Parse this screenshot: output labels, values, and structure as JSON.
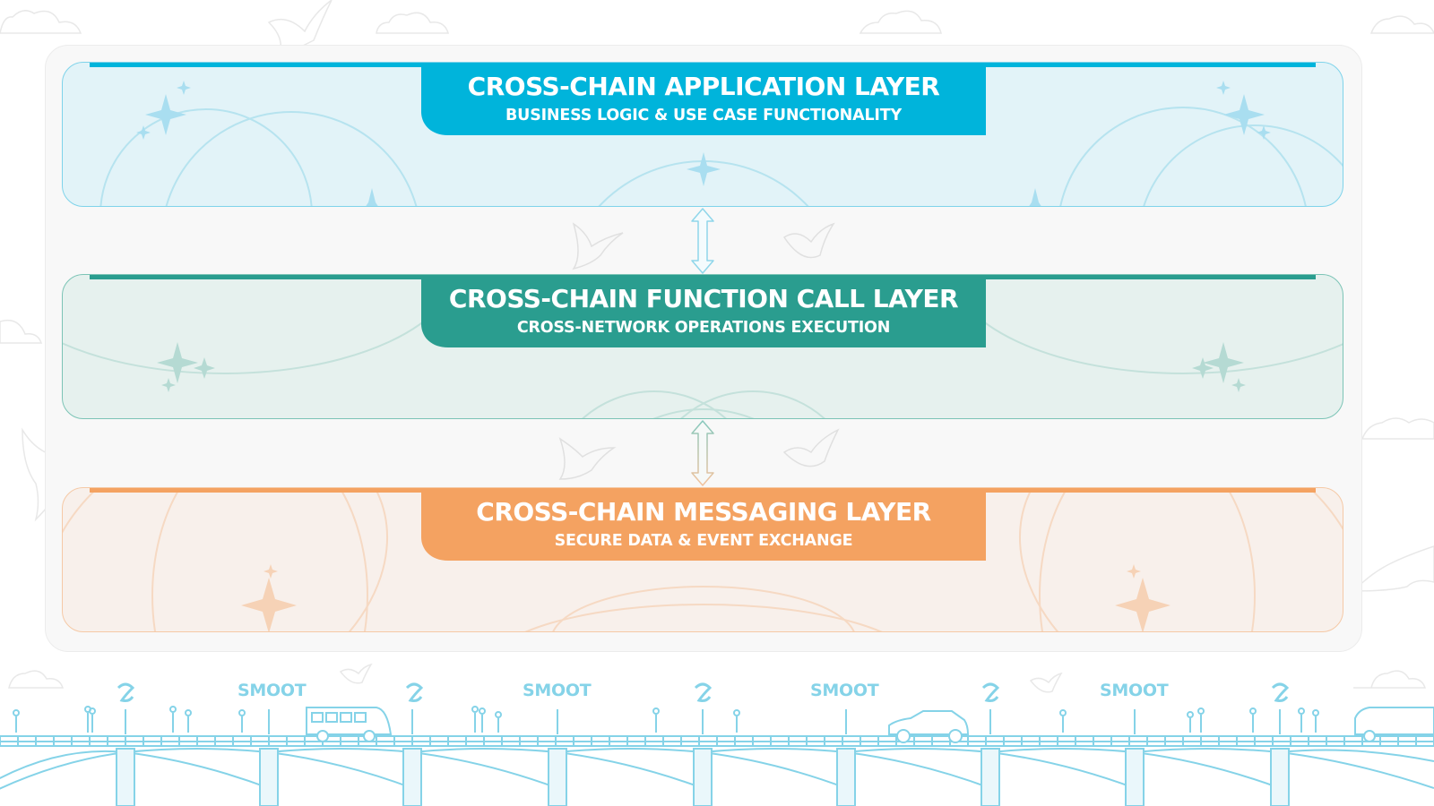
{
  "layers": [
    {
      "title": "CROSS-CHAIN APPLICATION LAYER",
      "subtitle": "BUSINESS LOGIC & USE CASE FUNCTIONALITY",
      "accent": "#00b4db",
      "fill": "#e2f3f8"
    },
    {
      "title": "CROSS-CHAIN FUNCTION CALL LAYER",
      "subtitle": "CROSS-NETWORK OPERATIONS EXECUTION",
      "accent": "#2a9d8f",
      "fill": "#e6f1ee"
    },
    {
      "title": "CROSS-CHAIN MESSAGING LAYER",
      "subtitle": "SECURE DATA & EVENT EXCHANGE",
      "accent": "#f4a261",
      "fill": "#f8f0eb"
    }
  ],
  "connectors": [
    {
      "icon": "double-arrow-icon"
    },
    {
      "icon": "double-arrow-icon"
    }
  ],
  "footer": {
    "brand": [
      "SMOOT",
      "SMOOT",
      "SMOOT",
      "SMOOT"
    ],
    "illustration": "bridge-illustration",
    "accent": "#85d3e8"
  }
}
